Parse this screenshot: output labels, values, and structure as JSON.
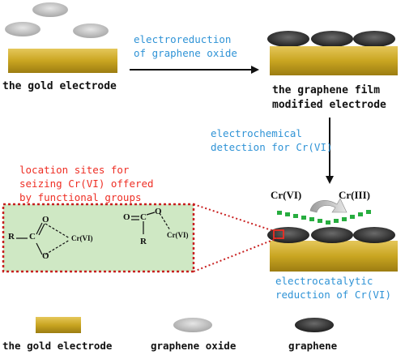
{
  "labels": {
    "gold_electrode": "the gold electrode",
    "arrow1_line1": "electroreduction",
    "arrow1_line2": "of graphene oxide",
    "film_line1": "the graphene film",
    "film_line2": "modified electrode",
    "detect_line1": "electrochemical",
    "detect_line2": "detection for Cr(VI)",
    "sites_line1": "location sites for",
    "sites_line2": "seizing Cr(VI) offered",
    "sites_line3": "by functional groups",
    "catalytic_line1": "electrocatalytic",
    "catalytic_line2": "reduction of Cr(VI)",
    "cr6": "Cr(VI)",
    "cr3": "Cr(III)"
  },
  "structures": {
    "r_left": "R",
    "c_left": "C",
    "o_left_top": "O",
    "o_left_bottom": "O",
    "cr_left": "Cr(VI)",
    "c_right": "C",
    "o_right_1": "O",
    "o_right_2": "O",
    "r_right": "R",
    "cr_right": "Cr(VI)"
  },
  "legend": {
    "gold": "the gold electrode",
    "graphene_oxide": "graphene oxide",
    "graphene": "graphene"
  },
  "colors": {
    "gold": "#c9a521",
    "graphene_oxide": "#c8c8c8",
    "graphene": "#3a3a3a",
    "blue_text": "#2f93d6",
    "red_text": "#ee2e24",
    "panel_green": "#cfe8c4",
    "green_dots": "#27ad3f"
  }
}
